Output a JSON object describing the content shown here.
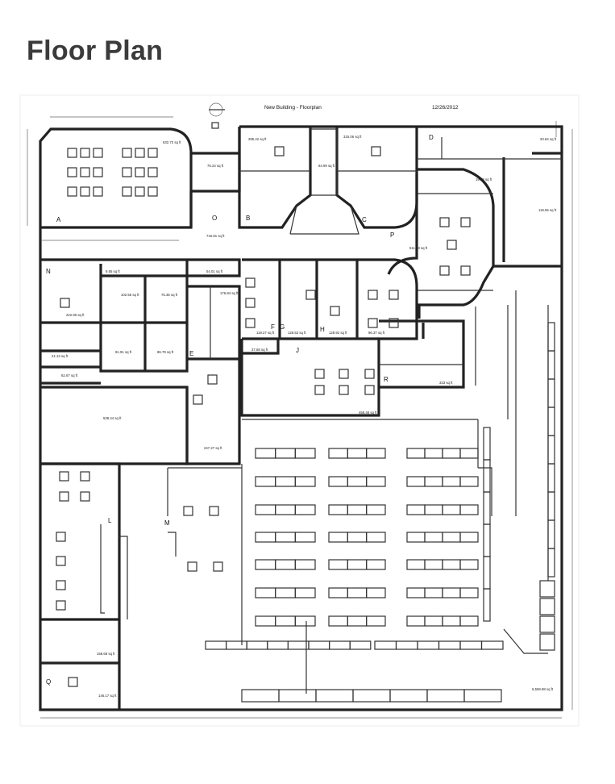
{
  "page": {
    "title": "Floor Plan"
  },
  "plan": {
    "header_title": "New Building  -  Floorplan",
    "header_date": "12/26/2012",
    "room_labels": {
      "A": "A",
      "B": "B",
      "C": "C",
      "D": "D",
      "E": "E",
      "F": "F",
      "G": "G",
      "H": "H",
      "J": "J",
      "L": "L",
      "M": "M",
      "N": "N",
      "O": "O",
      "P": "P",
      "Q": "Q",
      "R": "R"
    },
    "areas": {
      "a": "632.72 sq ft",
      "hall": "75.24 sq ft",
      "b": "285.42 sq ft",
      "c": "315.06 sq ft",
      "bc_mid": "84.99 sq ft",
      "o": "716.81 sq ft",
      "p": "511.53 sq ft",
      "p_nook": "19.98 sq ft",
      "d_side": "116.55 sq ft",
      "d_corner": "20.84 sq ft",
      "n": "222.96 sq ft",
      "n_closet": "9.55 sq ft",
      "r102": "102.55 sq ft",
      "r75": "75.35 sq ft",
      "r54": "54.01 sq ft",
      "r176": "176.84 sq ft",
      "r91": "91.91 sq ft",
      "r86": "86.79 sq ft",
      "r21": "21.13 sq ft",
      "r62": "62.67 sq ft",
      "f": "119.27 sq ft",
      "g": "128.53 sq ft",
      "h": "128.92 sq ft",
      "r96": "96.37 sq ft",
      "r37": "37.68 sq ft",
      "r": "333 sq ft",
      "j": "458.48 sq ft",
      "r538": "538.44 sq ft",
      "e_low": "247.27 sq ft",
      "r158": "158.68 sq ft",
      "q": "146.17 sq ft",
      "warehouse": "6,559.98 sq ft"
    }
  }
}
